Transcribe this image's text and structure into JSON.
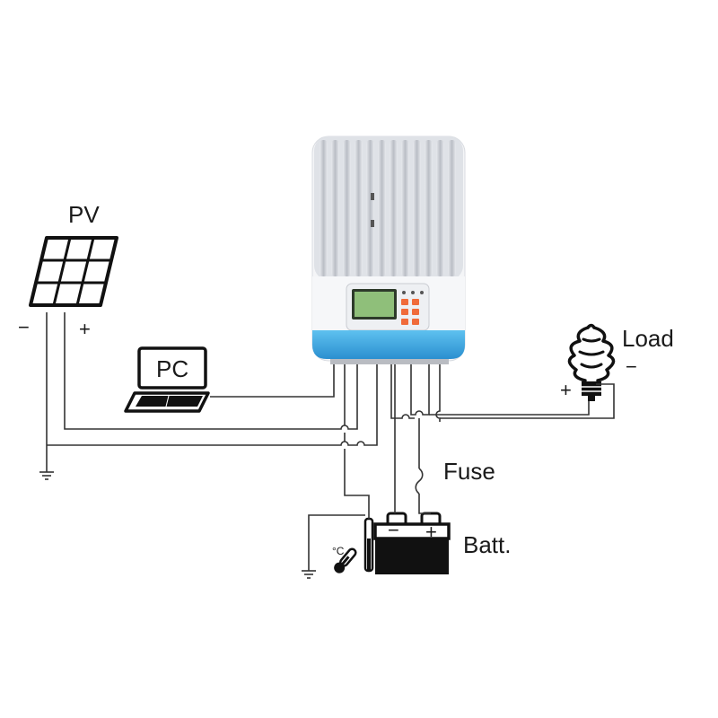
{
  "labels": {
    "pv": "PV",
    "pv_minus": "−",
    "pv_plus": "+",
    "pc": "PC",
    "load": "Load",
    "load_plus": "+",
    "load_minus": "−",
    "fuse": "Fuse",
    "batt": "Batt.",
    "batt_minus": "−",
    "batt_plus": "+",
    "temp_unit": "°C"
  },
  "colors": {
    "wire": "#333333",
    "ink": "#111111",
    "controller_body": "#f4f5f7",
    "controller_fins": "#c9ccd2",
    "controller_base": "#3aa6e0",
    "lcd": "#8fbf7a",
    "keys": "#f06b3a"
  },
  "icons": {
    "solar_panel": "solar-panel-icon",
    "laptop": "laptop-icon",
    "bulb": "cfl-bulb-icon",
    "battery": "battery-icon",
    "thermometer": "temperature-sensor-icon",
    "ground": "ground-icon",
    "fuse": "fuse-icon",
    "controller": "charge-controller"
  }
}
